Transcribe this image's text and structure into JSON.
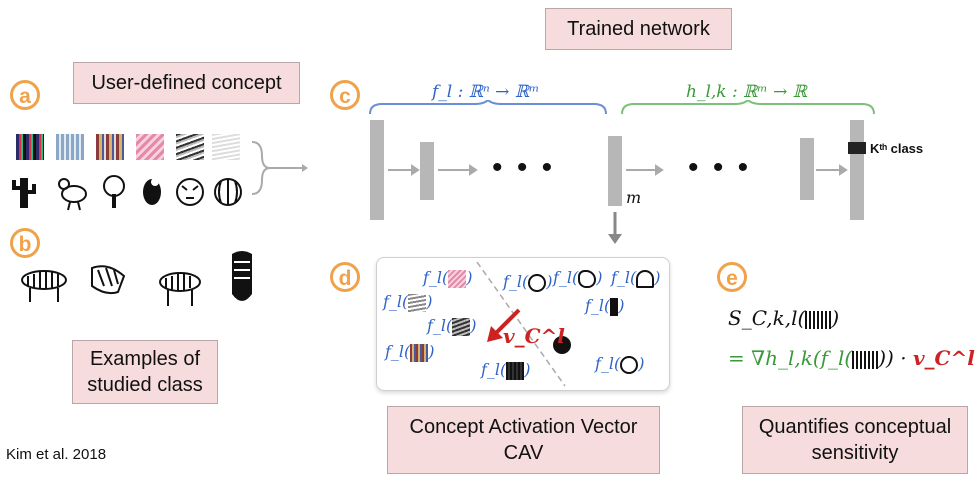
{
  "trained_network": "Trained network",
  "user_concept": "User-defined concept",
  "examples_box": {
    "line1": "Examples of",
    "line2": "studied class"
  },
  "cav_box": {
    "line1": "Concept Activation Vector",
    "line2": "CAV"
  },
  "quantifies_box": {
    "line1": "Quantifies conceptual",
    "line2": "sensitivity"
  },
  "citation": "Kim et al. 2018",
  "labels": {
    "a": "a",
    "b": "b",
    "c": "c",
    "d": "d",
    "e": "e"
  },
  "f_map": "f_l : ℝⁿ → ℝᵐ",
  "h_map": "h_l,k : ℝᵐ → ℝ",
  "m_label": "m",
  "kth_class": "Kᵗʰ class",
  "dots": "• • •",
  "d_panel": {
    "fl": "f_l(",
    "close": ")",
    "vc": "v_C^l"
  },
  "equation": {
    "line1": "S_C,k,l(",
    "line1_close": ")",
    "line2_prefix": "= ∇h_l,k(f_l(",
    "line2_suffix": ")) · ",
    "vc": "v_C^l"
  },
  "icons": {
    "objects": [
      "cactus-icon",
      "bird-icon",
      "tree-icon",
      "parrot-icon",
      "tiger-icon",
      "melon-icon"
    ],
    "zebras": [
      "zebra-icon",
      "zebra-icon",
      "zebra-icon",
      "zebra-icon"
    ]
  },
  "colors": {
    "accent_orange": "#f0a24a",
    "f_blue": "#2f63c8",
    "h_green": "#3a9a3a",
    "cav_red": "#cc2222",
    "box_pink": "#f6dcdc",
    "layer_gray": "#b7b7b7"
  }
}
